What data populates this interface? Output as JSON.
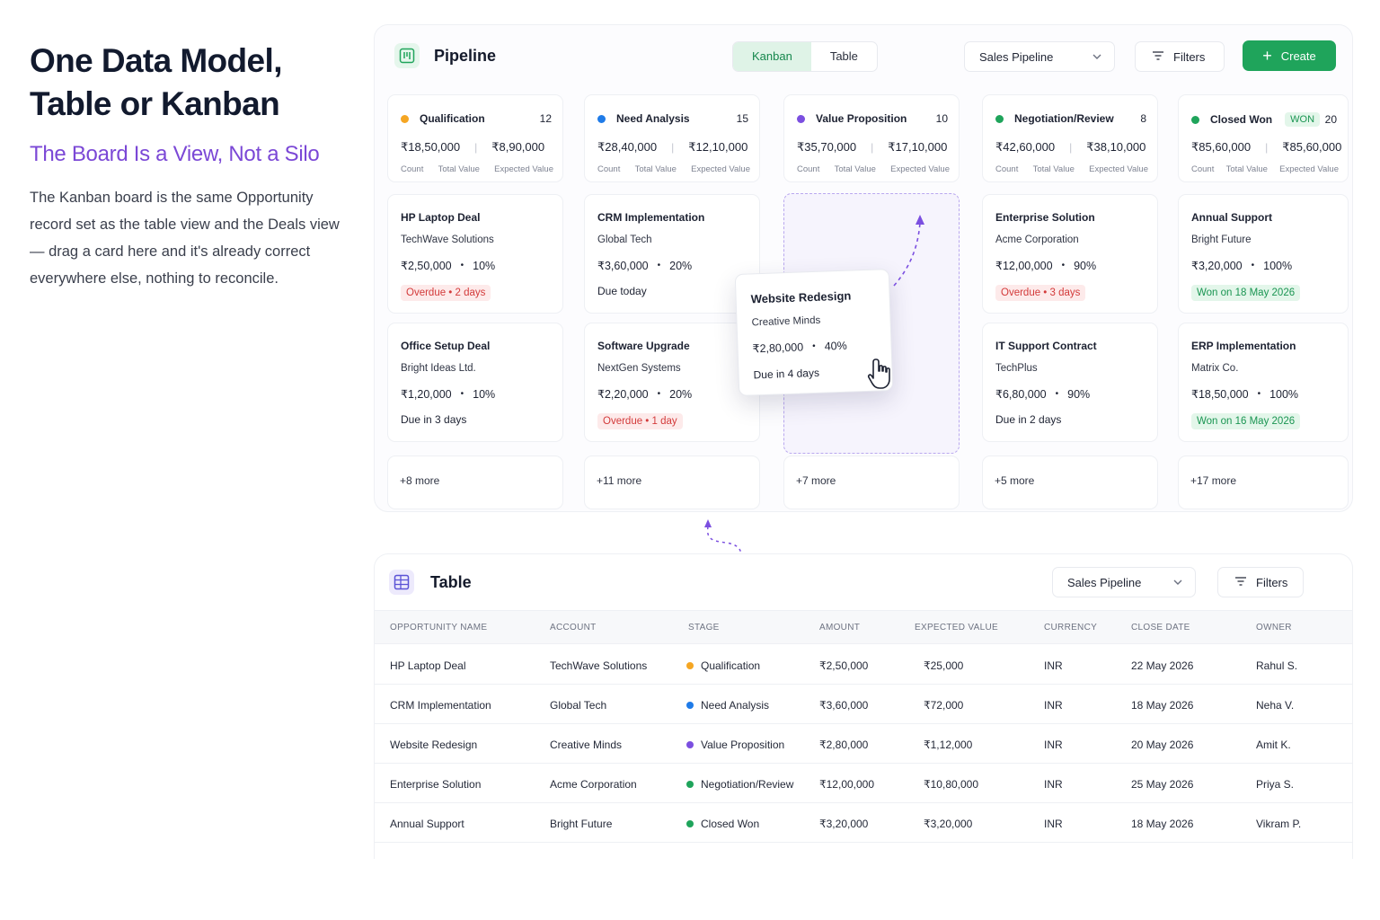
{
  "intro": {
    "title_line1": "One Data Model,",
    "title_line2": "Table or Kanban",
    "subtitle": "The Board Is a View, Not a Silo",
    "body": "The Kanban board is the same Opportunity record set as the table view and the Deals view — drag a card here and it's already correct everywhere else, nothing to reconcile."
  },
  "kanban": {
    "title": "Pipeline",
    "icon": "kanban-board-icon",
    "view_tabs": [
      "Kanban",
      "Table"
    ],
    "active_tab": "Kanban",
    "pipeline_select": "Sales Pipeline",
    "filters_label": "Filters",
    "create_label": "Create",
    "stat_labels": [
      "Count",
      "Total Value",
      "Expected Value"
    ],
    "columns": [
      {
        "stage": "Qualification",
        "color": "#f5a623",
        "count": "12",
        "total_value": "₹18,50,000",
        "expected_value": "₹8,90,000",
        "cards": [
          {
            "name": "HP Laptop Deal",
            "account": "TechWave Solutions",
            "amount": "₹2,50,000",
            "probability": "10%",
            "status": "Overdue",
            "status_detail": "2 days",
            "status_type": "overdue"
          },
          {
            "name": "Office Setup Deal",
            "account": "Bright Ideas Ltd.",
            "amount": "₹1,20,000",
            "probability": "10%",
            "status": "Due in 3 days",
            "status_detail": "",
            "status_type": "plain"
          }
        ],
        "more": "+8 more"
      },
      {
        "stage": "Need Analysis",
        "color": "#1f7be8",
        "count": "15",
        "total_value": "₹28,40,000",
        "expected_value": "₹12,10,000",
        "cards": [
          {
            "name": "CRM Implementation",
            "account": "Global Tech",
            "amount": "₹3,60,000",
            "probability": "20%",
            "status": "Due today",
            "status_detail": "",
            "status_type": "plain"
          },
          {
            "name": "Software Upgrade",
            "account": "NextGen Systems",
            "amount": "₹2,20,000",
            "probability": "20%",
            "status": "Overdue",
            "status_detail": "1 day",
            "status_type": "overdue"
          }
        ],
        "more": "+11 more"
      },
      {
        "stage": "Value Proposition",
        "color": "#7b4fe0",
        "count": "10",
        "total_value": "₹35,70,000",
        "expected_value": "₹17,10,000",
        "cards": [],
        "more": "+7 more"
      },
      {
        "stage": "Negotiation/Review",
        "color": "#1fa45b",
        "count": "8",
        "total_value": "₹42,60,000",
        "expected_value": "₹38,10,000",
        "cards": [
          {
            "name": "Enterprise Solution",
            "account": "Acme Corporation",
            "amount": "₹12,00,000",
            "probability": "90%",
            "status": "Overdue",
            "status_detail": "3 days",
            "status_type": "overdue"
          },
          {
            "name": "IT Support Contract",
            "account": "TechPlus",
            "amount": "₹6,80,000",
            "probability": "90%",
            "status": "Due in 2 days",
            "status_detail": "",
            "status_type": "plain"
          }
        ],
        "more": "+5 more"
      },
      {
        "stage": "Closed Won",
        "color": "#1fa45b",
        "count": "20",
        "badge": "WON",
        "total_value": "₹85,60,000",
        "expected_value": "₹85,60,000",
        "cards": [
          {
            "name": "Annual Support",
            "account": "Bright Future",
            "amount": "₹3,20,000",
            "probability": "100%",
            "status": "Won on 18 May 2026",
            "status_detail": "",
            "status_type": "won"
          },
          {
            "name": "ERP Implementation",
            "account": "Matrix Co.",
            "amount": "₹18,50,000",
            "probability": "100%",
            "status": "Won on 16 May 2026",
            "status_detail": "",
            "status_type": "won"
          }
        ],
        "more": "+17 more"
      }
    ],
    "dragging_card": {
      "name": "Website Redesign",
      "account": "Creative Minds",
      "amount": "₹2,80,000",
      "probability": "40%",
      "status": "Due in 4 days"
    }
  },
  "table": {
    "title": "Table",
    "icon": "table-grid-icon",
    "pipeline_select": "Sales Pipeline",
    "filters_label": "Filters",
    "columns": [
      "OPPORTUNITY NAME",
      "ACCOUNT",
      "STAGE",
      "AMOUNT",
      "EXPECTED VALUE",
      "CURRENCY",
      "CLOSE DATE",
      "OWNER"
    ],
    "rows": [
      {
        "name": "HP Laptop Deal",
        "account": "TechWave Solutions",
        "stage": "Qualification",
        "stage_color": "#f5a623",
        "amount": "₹2,50,000",
        "expected": "₹25,000",
        "currency": "INR",
        "close_date": "22 May 2026",
        "owner": "Rahul S."
      },
      {
        "name": "CRM Implementation",
        "account": "Global Tech",
        "stage": "Need Analysis",
        "stage_color": "#1f7be8",
        "amount": "₹3,60,000",
        "expected": "₹72,000",
        "currency": "INR",
        "close_date": "18 May 2026",
        "owner": "Neha V."
      },
      {
        "name": "Website Redesign",
        "account": "Creative Minds",
        "stage": "Value Proposition",
        "stage_color": "#7b4fe0",
        "amount": "₹2,80,000",
        "expected": "₹1,12,000",
        "currency": "INR",
        "close_date": "20 May 2026",
        "owner": "Amit K."
      },
      {
        "name": "Enterprise Solution",
        "account": "Acme Corporation",
        "stage": "Negotiation/Review",
        "stage_color": "#1fa45b",
        "amount": "₹12,00,000",
        "expected": "₹10,80,000",
        "currency": "INR",
        "close_date": "25 May 2026",
        "owner": "Priya S."
      },
      {
        "name": "Annual Support",
        "account": "Bright Future",
        "stage": "Closed Won",
        "stage_color": "#1fa45b",
        "amount": "₹3,20,000",
        "expected": "₹3,20,000",
        "currency": "INR",
        "close_date": "18 May 2026",
        "owner": "Vikram P."
      }
    ]
  }
}
